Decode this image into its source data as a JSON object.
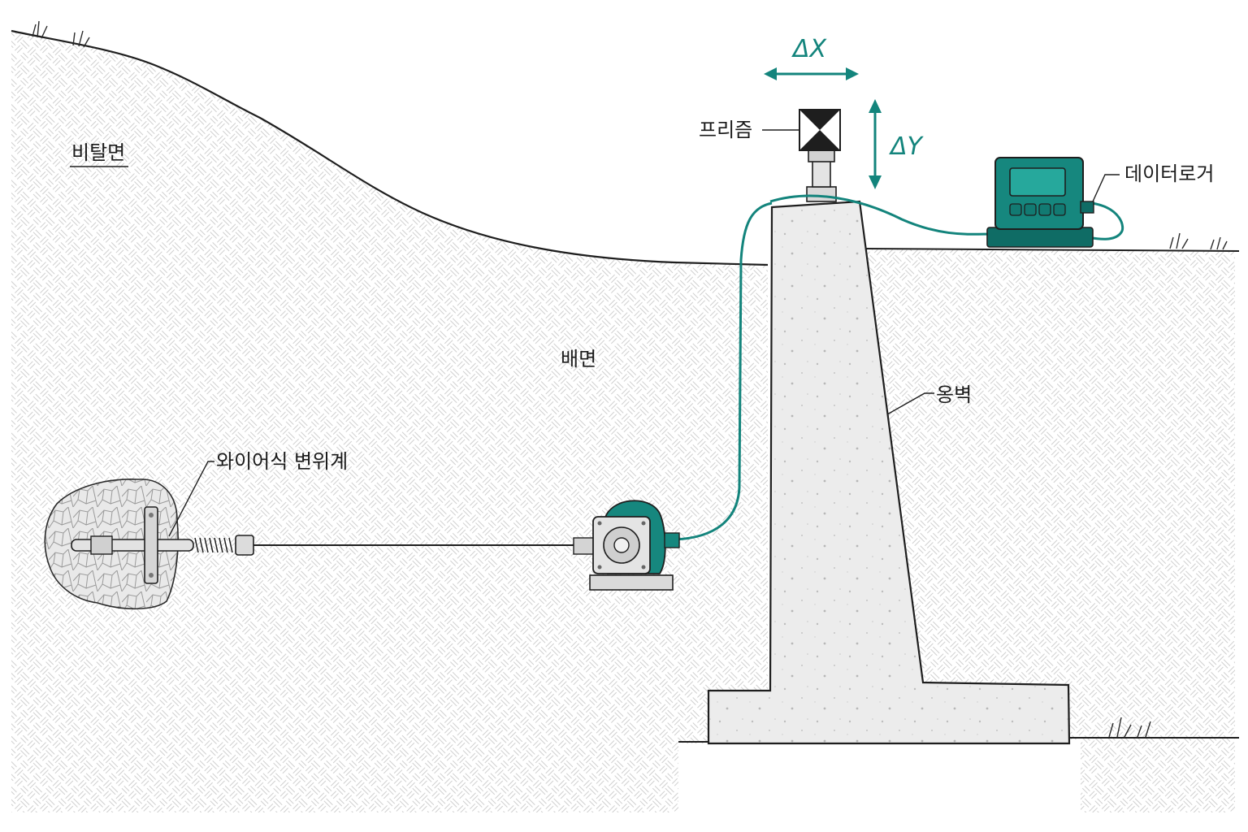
{
  "labels": {
    "slope": "비탈면",
    "backfill": "배면",
    "wall": "옹벽",
    "prism": "프리즘",
    "logger": "데이터로거",
    "extensometer": "와이어식 변위계",
    "delta_x": "ΔX",
    "delta_y": "ΔY"
  },
  "colors": {
    "accent": "#13847c",
    "accent_dark": "#0c5f59",
    "line": "#1e1e1e",
    "concrete": "#ececec"
  }
}
